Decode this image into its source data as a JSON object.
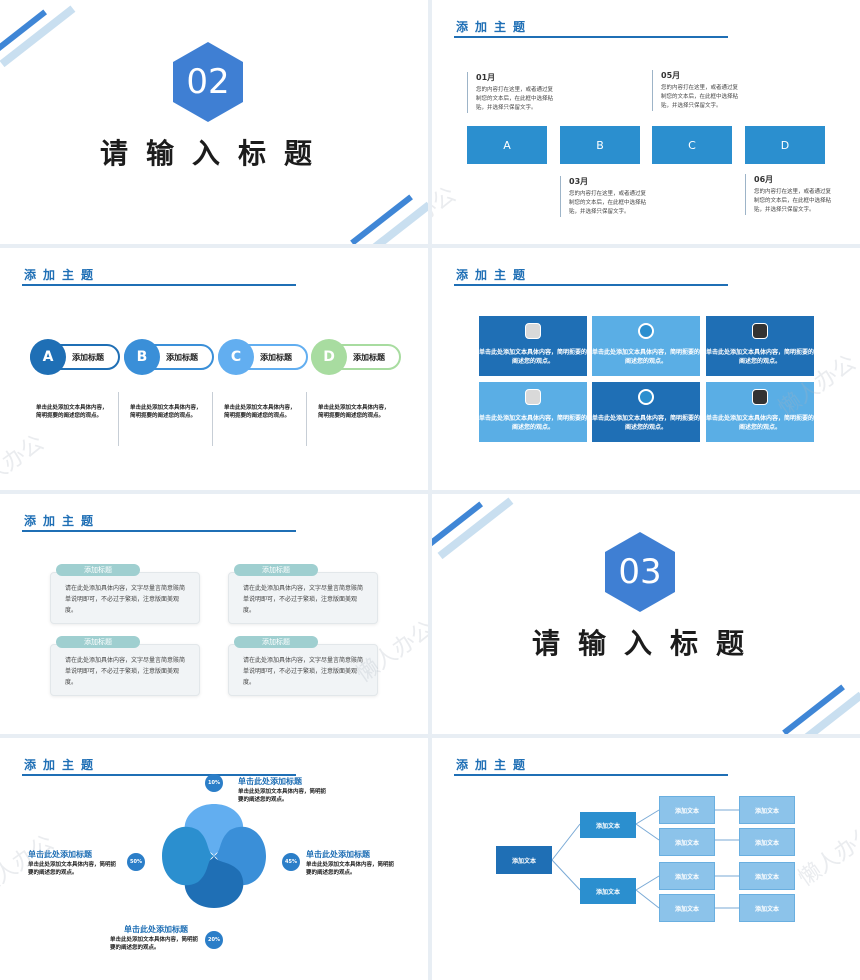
{
  "watermark": "懒人办公",
  "header": "添加主题",
  "slide1": {
    "num": "02",
    "title": "请输入标题"
  },
  "slide6": {
    "num": "03",
    "title": "请输入标题"
  },
  "timeline": {
    "boxes": [
      "A",
      "B",
      "C",
      "D"
    ],
    "notes": [
      {
        "month": "01月",
        "text": "您的内容打在这里，或者通过复制您的文本后，在此框中选择粘贴，并选择只保留文字。"
      },
      {
        "month": "05月",
        "text": "您的内容打在这里，或者通过复制您的文本后，在此框中选择粘贴，并选择只保留文字。"
      },
      {
        "month": "03月",
        "text": "您的内容打在这里，或者通过复制您的文本后，在此框中选择粘贴，并选择只保留文字。"
      },
      {
        "month": "06月",
        "text": "您的内容打在这里，或者通过复制您的文本后，在此框中选择粘贴，并选择只保留文字。"
      }
    ]
  },
  "steps": {
    "items": [
      {
        "letter": "A",
        "label": "添加标题",
        "color": "#1f6fb5",
        "text": "单击此处添加文本具体内容，简明扼要的阐述您的观点。"
      },
      {
        "letter": "B",
        "label": "添加标题",
        "color": "#3a8fd8",
        "text": "单击此处添加文本具体内容，简明扼要的阐述您的观点。"
      },
      {
        "letter": "C",
        "label": "添加标题",
        "color": "#62aef0",
        "text": "单击此处添加文本具体内容，简明扼要的阐述您的观点。"
      },
      {
        "letter": "D",
        "label": "添加标题",
        "color": "#a8dca0",
        "text": "单击此处添加文本具体内容，简明扼要的阐述您的观点。"
      }
    ]
  },
  "tiles": {
    "items": [
      {
        "text": "单击此处添加文本具体内容，简明扼要的阐述您的观点。",
        "icon": "notes-icon"
      },
      {
        "text": "单击此处添加文本具体内容，简明扼要的阐述您的观点。",
        "icon": "gear-icon"
      },
      {
        "text": "单击此处添加文本具体内容，简明扼要的阐述您的观点。",
        "icon": "clock-icon"
      },
      {
        "text": "单击此处添加文本具体内容，简明扼要的阐述您的观点。",
        "icon": "notes-icon"
      },
      {
        "text": "单击此处添加文本具体内容，简明扼要的阐述您的观点。",
        "icon": "gear-icon"
      },
      {
        "text": "单击此处添加文本具体内容，简明扼要的阐述您的观点。",
        "icon": "clock-icon"
      }
    ]
  },
  "cards": {
    "items": [
      {
        "tab": "添加标题",
        "text": "请在此处添加具体内容，文字尽量言简意赅简单说明即可，不必过于繁琐，注意版面美观度。"
      },
      {
        "tab": "添加标题",
        "text": "请在此处添加具体内容，文字尽量言简意赅简单说明即可，不必过于繁琐，注意版面美观度。"
      },
      {
        "tab": "添加标题",
        "text": "请在此处添加具体内容，文字尽量言简意赅简单说明即可，不必过于繁琐，注意版面美观度。"
      },
      {
        "tab": "添加标题",
        "text": "请在此处添加具体内容，文字尽量言简意赅简单说明即可，不必过于繁琐，注意版面美观度。"
      }
    ]
  },
  "blocks": {
    "items": [
      {
        "pct": "10%",
        "title": "单击此处添加标题",
        "text": "单击此处添加文本具体内容，简明扼要的阐述您的观点。"
      },
      {
        "pct": "50%",
        "title": "单击此处添加标题",
        "text": "单击此处添加文本具体内容，简明扼要的阐述您的观点。"
      },
      {
        "pct": "45%",
        "title": "单击此处添加标题",
        "text": "单击此处添加文本具体内容，简明扼要的阐述您的观点。"
      },
      {
        "pct": "20%",
        "title": "单击此处添加标题",
        "text": "单击此处添加文本具体内容，简明扼要的阐述您的观点。"
      }
    ]
  },
  "tree": {
    "root": "添加文本",
    "mid": [
      "添加文本",
      "添加文本"
    ],
    "leafA": [
      "添加文本",
      "添加文本",
      "添加文本",
      "添加文本"
    ],
    "leafB": [
      "添加文本",
      "添加文本",
      "添加文本",
      "添加文本"
    ]
  }
}
